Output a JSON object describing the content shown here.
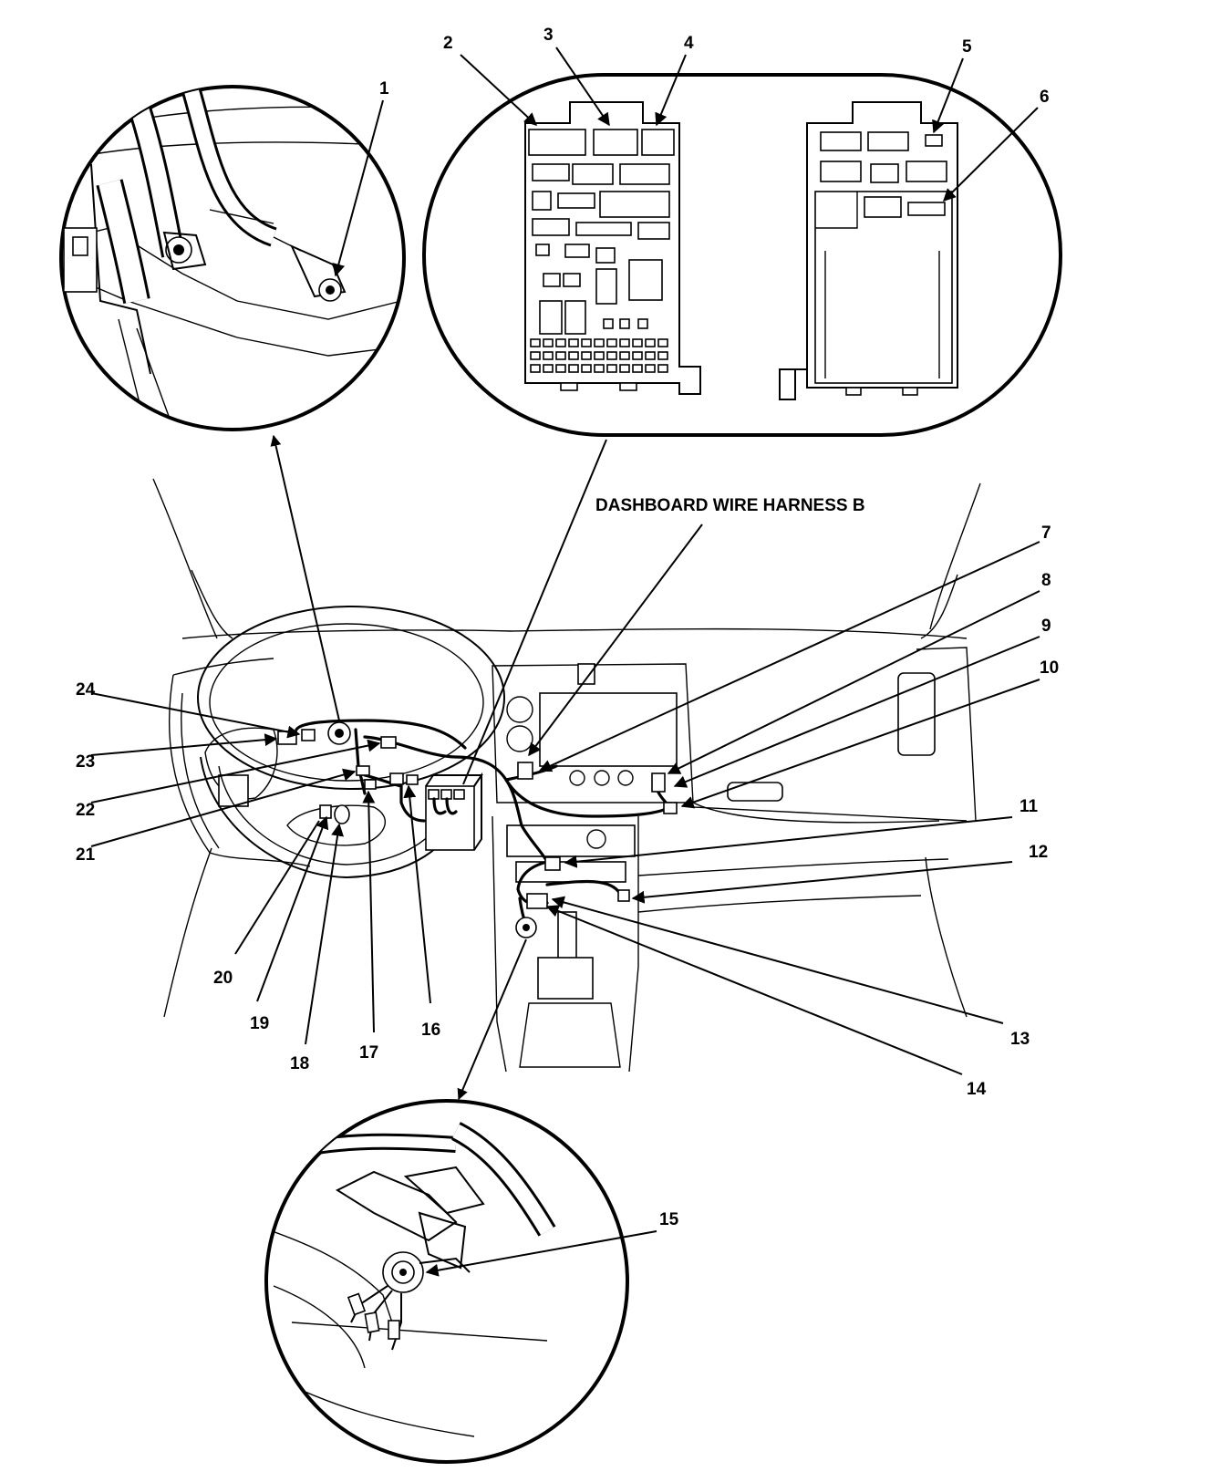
{
  "harness_label": "DASHBOARD WIRE HARNESS B",
  "callouts": {
    "c1": "1",
    "c2": "2",
    "c3": "3",
    "c4": "4",
    "c5": "5",
    "c6": "6",
    "c7": "7",
    "c8": "8",
    "c9": "9",
    "c10": "10",
    "c11": "11",
    "c12": "12",
    "c13": "13",
    "c14": "14",
    "c15": "15",
    "c16": "16",
    "c17": "17",
    "c18": "18",
    "c19": "19",
    "c20": "20",
    "c21": "21",
    "c22": "22",
    "c23": "23",
    "c24": "24"
  }
}
